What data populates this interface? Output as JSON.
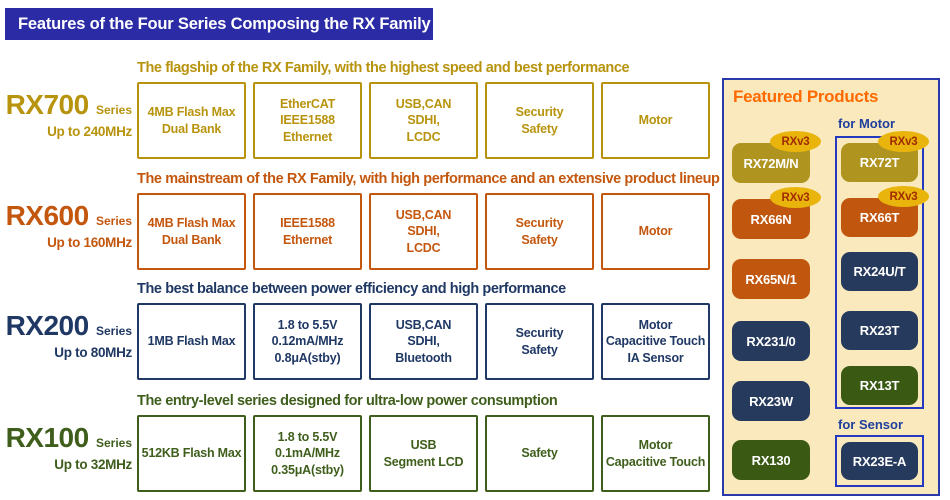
{
  "header": {
    "title": "Features of the Four Series Composing the RX Family"
  },
  "colors": {
    "title_bar_bg": "#2B2BA6",
    "rx700": "#B8940E",
    "rx600": "#C4570E",
    "rx200": "#1F3864",
    "rx100": "#3F5E1C",
    "featured_panel_bg": "#FAE9BC",
    "featured_panel_border": "#2939AC",
    "featured_title": "#FF6A00",
    "group_label": "#1F3E9E",
    "group_box_border": "#2438C0",
    "chip_gold": "#AF9420",
    "chip_orange": "#C1570F",
    "chip_navy": "#253A5C",
    "chip_green": "#3A5A14",
    "badge_bg": "#E9B50C",
    "badge_text": "#A02C00"
  },
  "series": [
    {
      "name": "RX700",
      "series_word": "Series",
      "speed": "Up to 240MHz",
      "tagline": "The flagship of the RX Family, with the highest speed and best performance",
      "color": "#B8940E",
      "boxes": [
        "4MB Flash Max\nDual Bank",
        "EtherCAT\nIEEE1588\nEthernet",
        "USB,CAN\nSDHI,\nLCDC",
        "Security\nSafety",
        "Motor"
      ]
    },
    {
      "name": "RX600",
      "series_word": "Series",
      "speed": "Up to 160MHz",
      "tagline": "The mainstream of the RX Family, with high performance and an extensive product lineup",
      "color": "#C4570E",
      "boxes": [
        "4MB Flash Max\nDual Bank",
        "IEEE1588\nEthernet",
        "USB,CAN\nSDHI,\nLCDC",
        "Security\nSafety",
        "Motor"
      ]
    },
    {
      "name": "RX200",
      "series_word": "Series",
      "speed": "Up to 80MHz",
      "tagline": "The best balance between power efficiency and high performance",
      "color": "#1F3864",
      "boxes": [
        "1MB Flash Max",
        "1.8 to 5.5V\n0.12mA/MHz\n0.8μA(stby)",
        "USB,CAN\nSDHI,\nBluetooth",
        "Security\nSafety",
        "Motor\nCapacitive Touch\nIA Sensor"
      ]
    },
    {
      "name": "RX100",
      "series_word": "Series",
      "speed": "Up to 32MHz",
      "tagline": "The entry-level series designed for ultra-low power consumption",
      "color": "#3F5E1C",
      "boxes": [
        "512KB Flash Max",
        "1.8 to 5.5V\n0.1mA/MHz\n0.35μA(stby)",
        "USB\nSegment LCD",
        "Safety",
        "Motor\nCapacitive Touch"
      ]
    }
  ],
  "featured": {
    "title": "Featured Products",
    "badge_label": "RXv3",
    "left_chips": [
      {
        "label": "RX72M/N",
        "color": "gold",
        "badge": true
      },
      {
        "label": "RX66N",
        "color": "orange",
        "badge": true
      },
      {
        "label": "RX65N/1",
        "color": "orange",
        "badge": false
      },
      {
        "label": "RX231/0",
        "color": "navy",
        "badge": false
      },
      {
        "label": "RX23W",
        "color": "navy",
        "badge": false
      },
      {
        "label": "RX130",
        "color": "green",
        "badge": false
      }
    ],
    "motor_group": {
      "label": "for Motor",
      "chips": [
        {
          "label": "RX72T",
          "color": "gold",
          "badge": true
        },
        {
          "label": "RX66T",
          "color": "orange",
          "badge": true
        },
        {
          "label": "RX24U/T",
          "color": "navy",
          "badge": false
        },
        {
          "label": "RX23T",
          "color": "navy",
          "badge": false
        },
        {
          "label": "RX13T",
          "color": "green",
          "badge": false
        }
      ]
    },
    "sensor_group": {
      "label": "for Sensor",
      "chips": [
        {
          "label": "RX23E-A",
          "color": "navy",
          "badge": false
        }
      ]
    }
  }
}
